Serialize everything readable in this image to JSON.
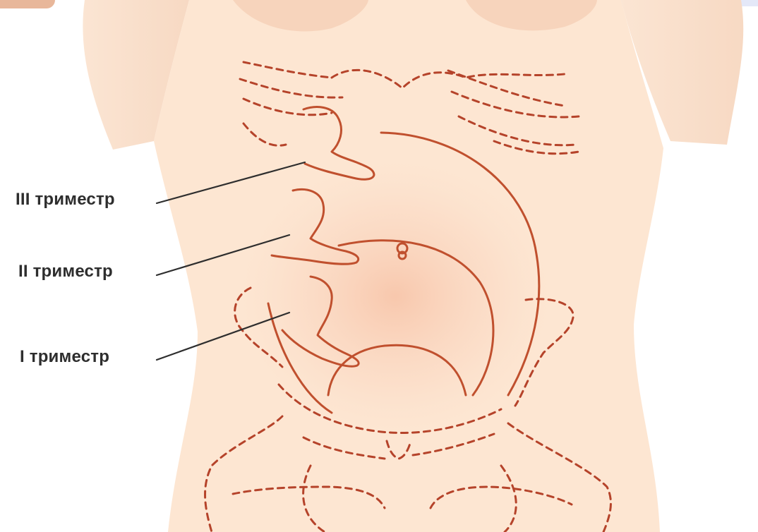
{
  "labels": {
    "trimester_3": "III триместр",
    "trimester_2": "II триместр",
    "trimester_1": "I триместр"
  },
  "colors": {
    "skin": "#fde6d2",
    "skin_shadow": "#f6d3bb",
    "uterus_outline": "#c0502e",
    "dashed_outline": "#b5432a",
    "leader_line": "#2e2e2e",
    "label_text": "#2e2e2e"
  }
}
